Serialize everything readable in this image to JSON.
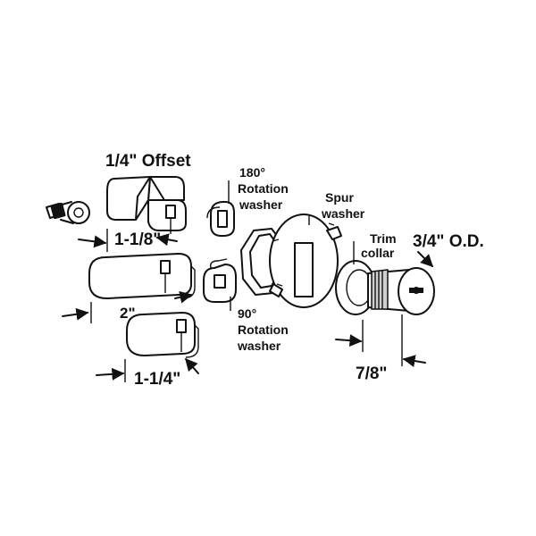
{
  "labels": {
    "offset": "1/4\" Offset",
    "rot180_num": "180°",
    "rot180_l1": "Rotation",
    "rot180_l2": "washer",
    "spur_l1": "Spur",
    "spur_l2": "washer",
    "trim_l1": "Trim",
    "trim_l2": "collar",
    "od": "3/4\" O.D.",
    "dim_1_1_8": "1-1/8\"",
    "dim_2": "2\"",
    "rot90_num": "90°",
    "rot90_l1": "Rotation",
    "rot90_l2": "washer",
    "dim_1_1_4": "1-1/4\"",
    "dim_7_8": "7/8\""
  }
}
